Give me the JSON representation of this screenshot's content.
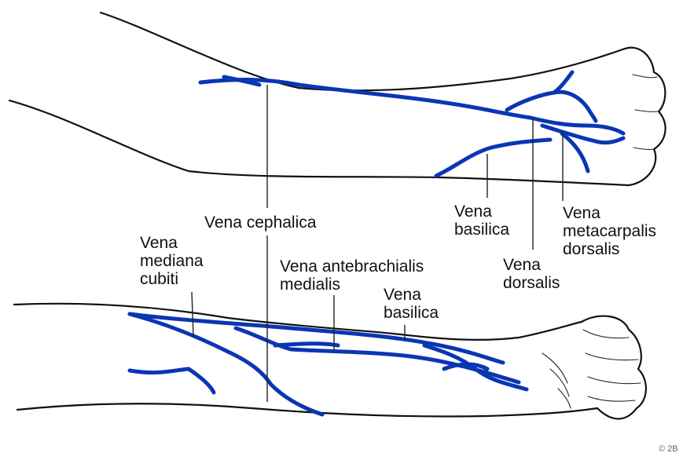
{
  "labels": {
    "cephalica": "Vena cephalica",
    "basilica_top": "Vena\nbasilica",
    "metacarpalis": "Vena\nmetacarpalis\ndorsalis",
    "dorsalis": "Vena\ndorsalis",
    "mediana_cubiti": "Vena\nmediana\ncubiti",
    "antebrachialis": "Vena antebrachialis\nmedialis",
    "basilica_bottom": "Vena\nbasilica"
  },
  "copyright": "© 2B",
  "colors": {
    "vein": "#0a36b3",
    "outline": "#111111"
  }
}
